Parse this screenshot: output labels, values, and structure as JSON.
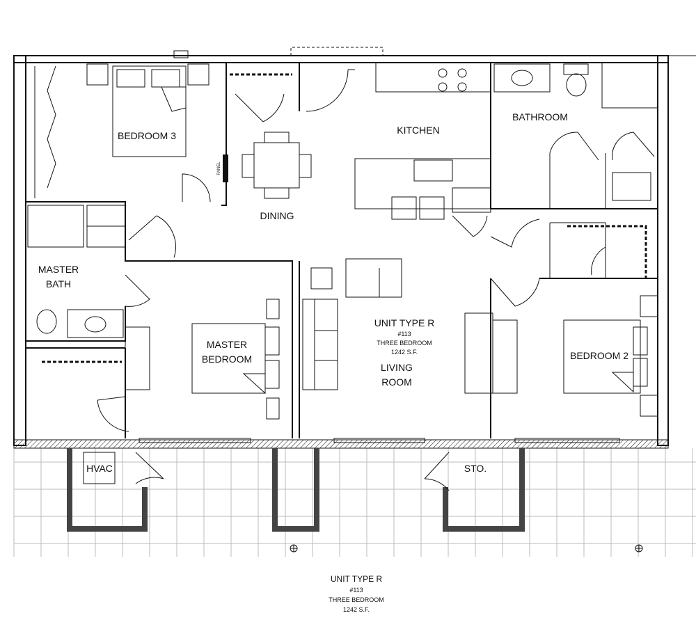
{
  "rooms": {
    "bedroom3": "BEDROOM 3",
    "dining": "DINING",
    "kitchen": "KITCHEN",
    "bathroom": "BATHROOM",
    "master_bath_1": "MASTER",
    "master_bath_2": "BATH",
    "master_bedroom_1": "MASTER",
    "master_bedroom_2": "BEDROOM",
    "living_1": "LIVING",
    "living_2": "ROOM",
    "bedroom2": "BEDROOM 2",
    "hvac": "HVAC",
    "storage": "STO.",
    "panel": "PANEL"
  },
  "unit_info": {
    "type": "UNIT TYPE R",
    "number": "#113",
    "bedrooms": "THREE BEDROOM",
    "area": "1242 S.F."
  },
  "caption": {
    "type": "UNIT TYPE R",
    "number": "#113",
    "bedrooms": "THREE BEDROOM",
    "area": "1242 S.F."
  }
}
